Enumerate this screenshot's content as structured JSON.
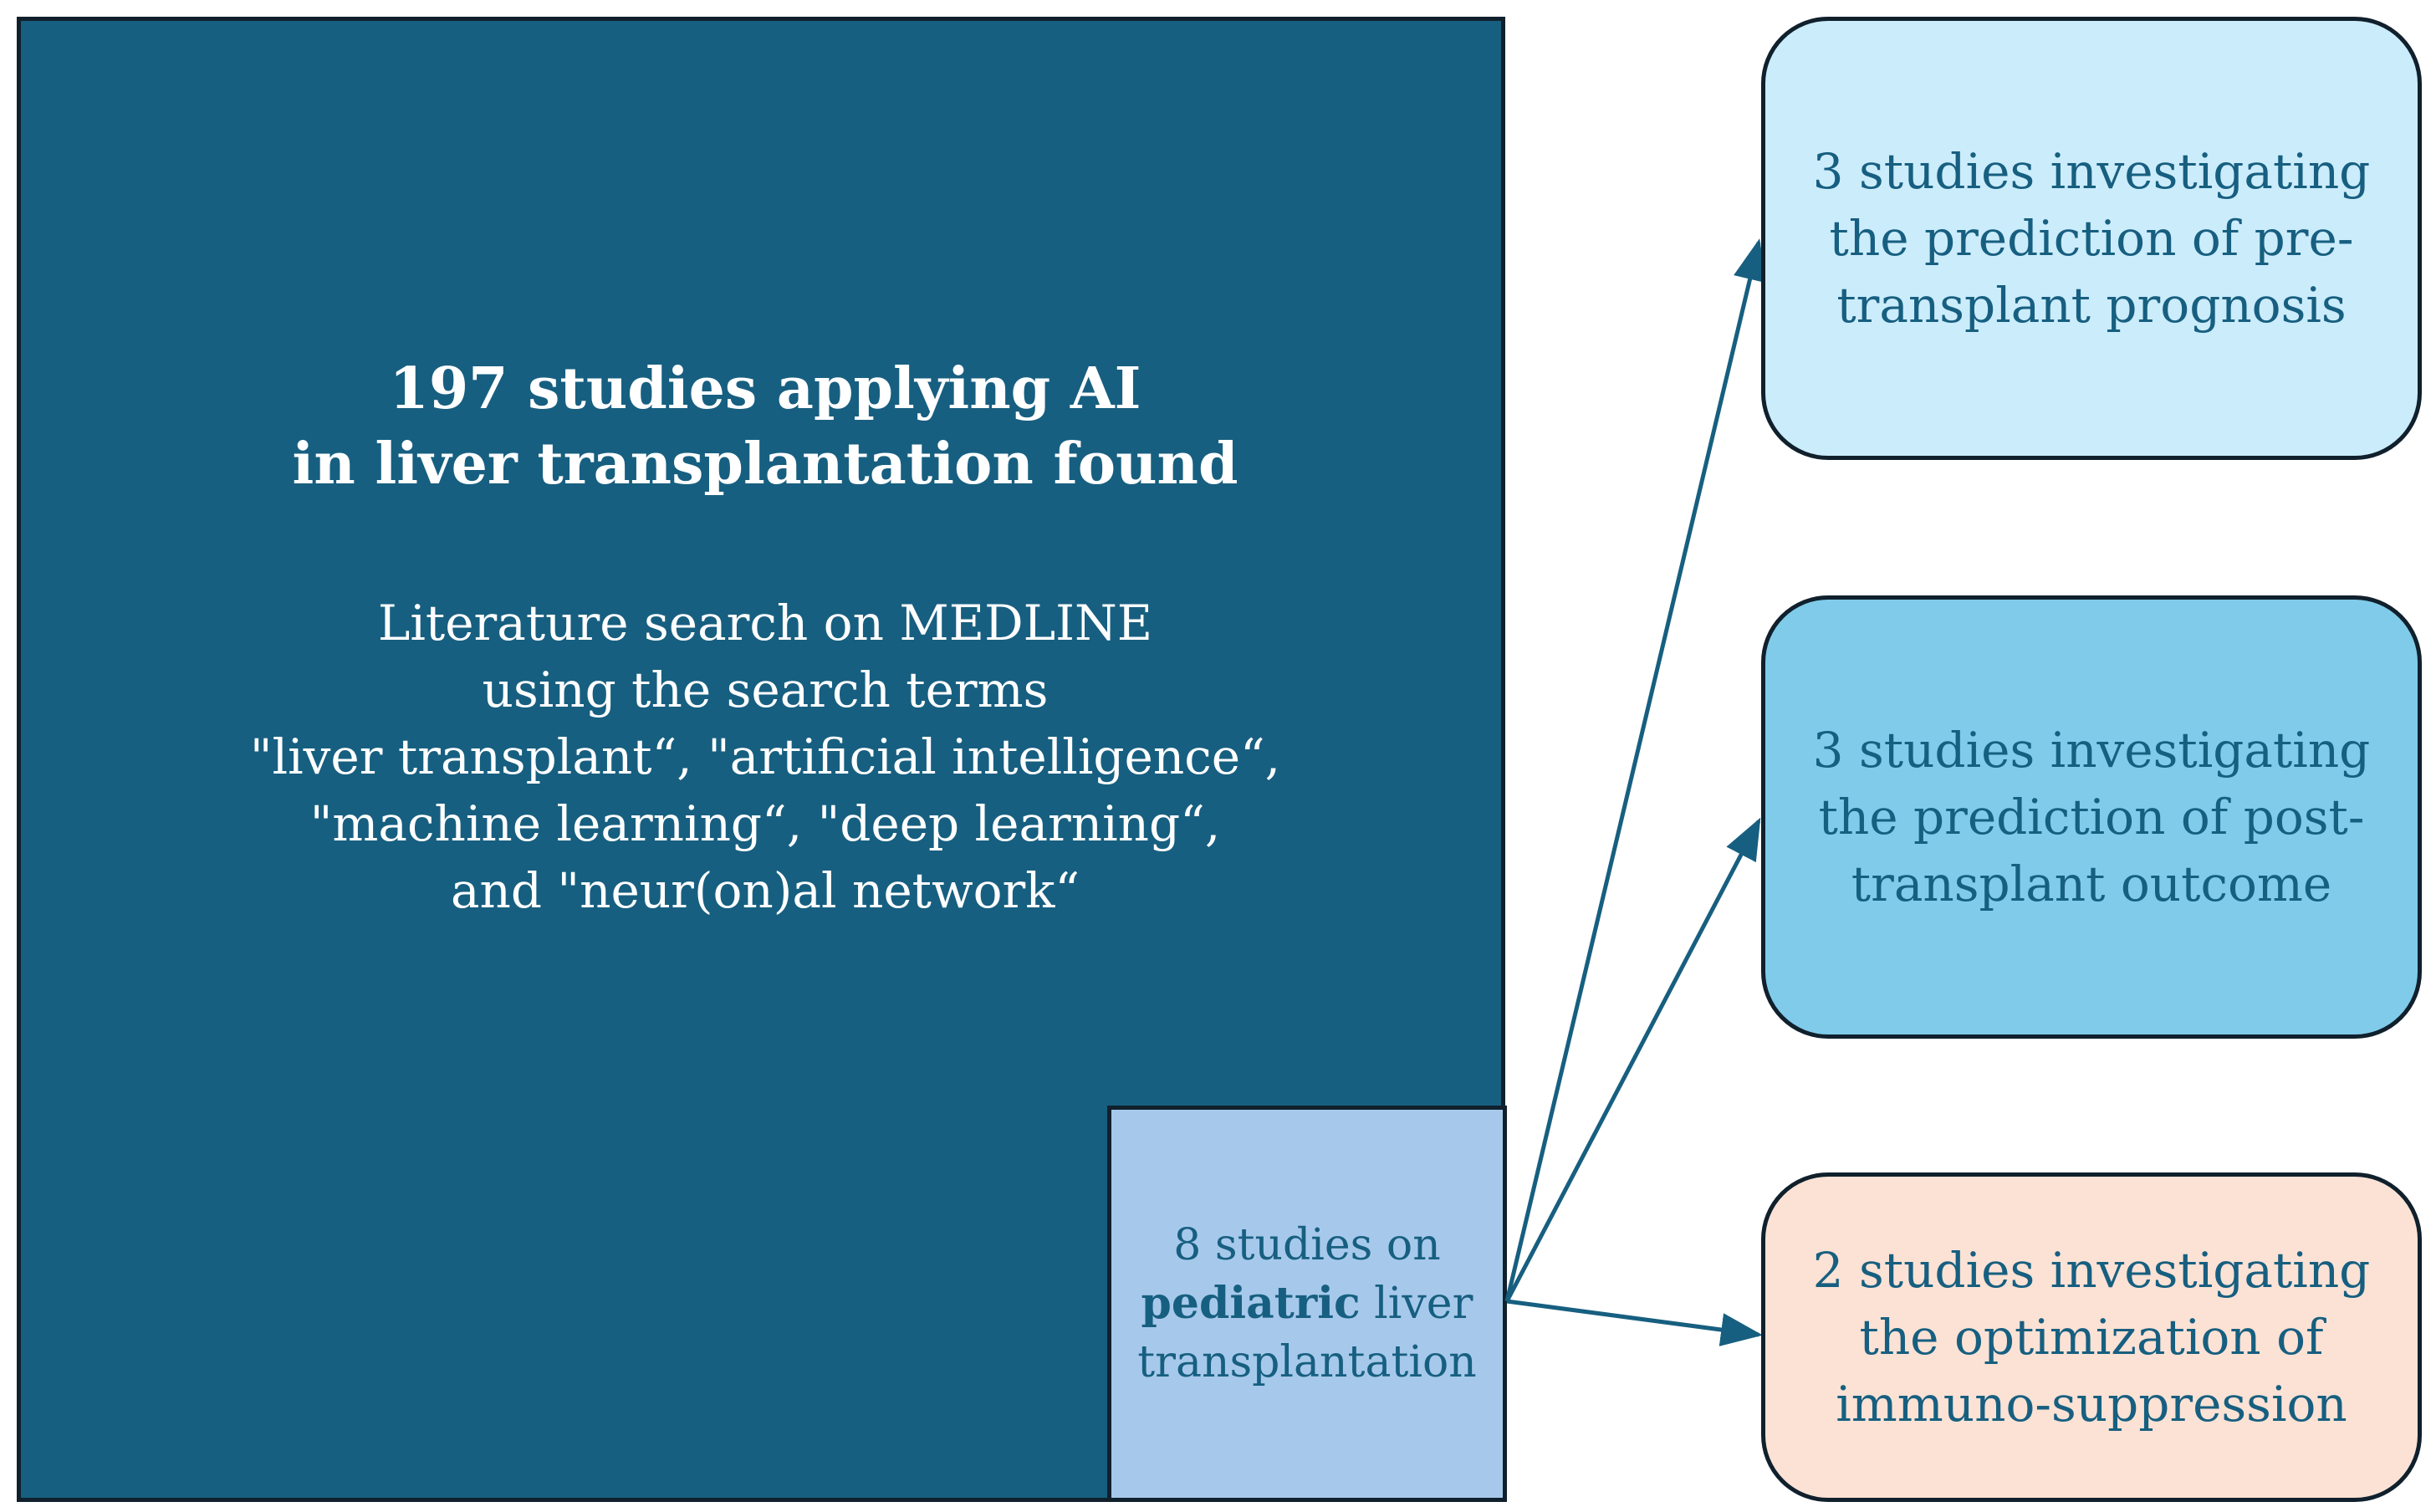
{
  "main": {
    "title_lines": [
      "197 studies applying AI",
      "in liver transplantation found"
    ],
    "description_lines": [
      "Literature search on MEDLINE",
      "using the search terms",
      "\"liver transplant“, \"artificial intelligence“,",
      "\"machine learning“, \"deep learning“,",
      "and \"neur(on)al network“"
    ]
  },
  "subset": {
    "line1": "8 studies on",
    "line2_bold": "pediatric",
    "line2_rest": " liver",
    "line3": "transplantation"
  },
  "results": [
    {
      "lines": [
        "3 studies investigating",
        "the prediction of pre-",
        "transplant prognosis"
      ]
    },
    {
      "lines": [
        "3 studies investigating",
        "the prediction of post-",
        "transplant outcome"
      ]
    },
    {
      "lines": [
        "2 studies investigating",
        "the optimization of",
        "immuno-suppression"
      ]
    }
  ],
  "colors": {
    "main_fill": "#175f80",
    "subset_fill": "#a6c9eb",
    "result1_fill": "#cbecfb",
    "result2_fill": "#80cbea",
    "result3_fill": "#fbe2d5",
    "arrow": "#175f80",
    "border": "#10202c"
  }
}
